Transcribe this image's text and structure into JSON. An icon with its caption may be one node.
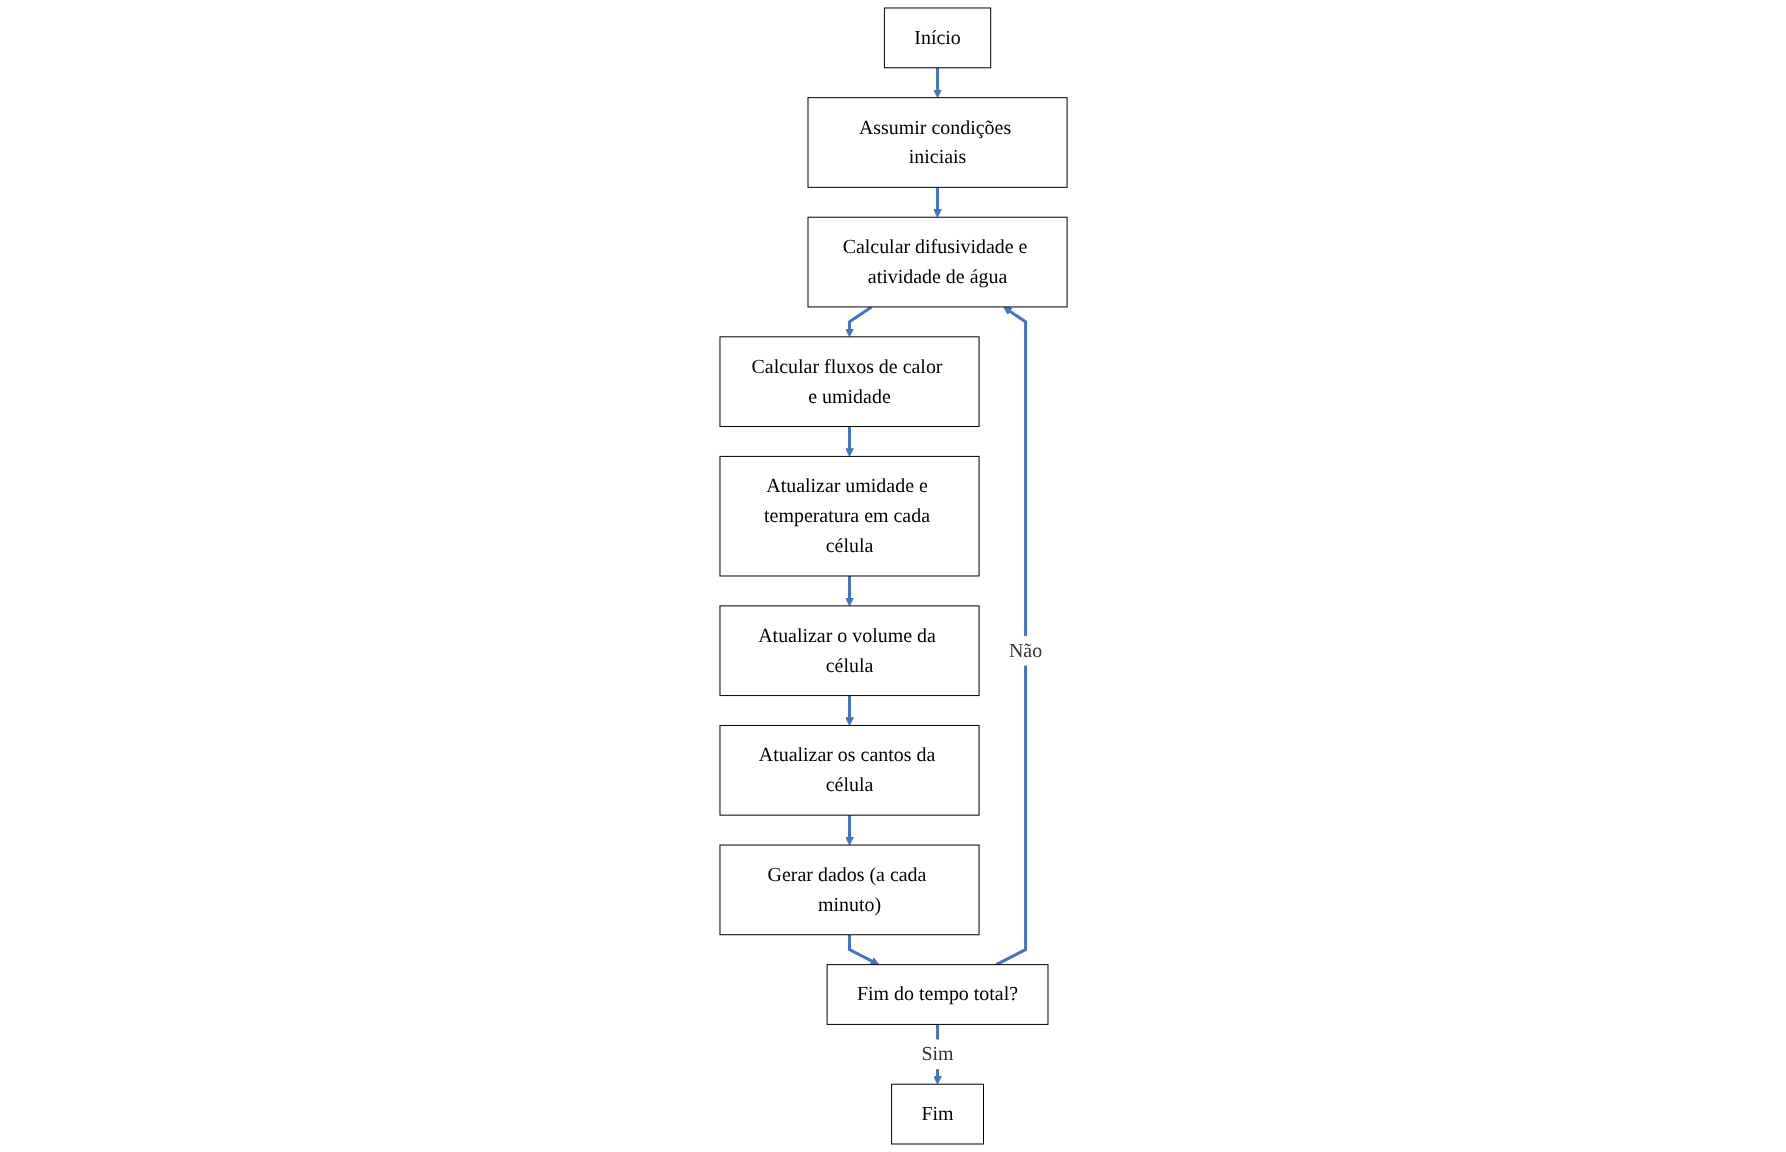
{
  "diagram": {
    "nodes": [
      {
        "text": [
          "Início"
        ]
      },
      {
        "text": [
          "Assumir condições iniciais"
        ]
      },
      {
        "text": [
          "Calcular difusividade e atividade de água"
        ]
      },
      {
        "text": [
          "Calcular fluxos de calor e umidade"
        ]
      },
      {
        "text": [
          "Atualizar umidade e temperatura em cada célula"
        ]
      },
      {
        "text": [
          "Atualizar o volume da célula"
        ]
      },
      {
        "text": [
          "Atualizar os cantos da célula"
        ]
      },
      {
        "text": [
          "Gerar dados (a cada minuto)"
        ]
      },
      {
        "text": [
          "Fim do tempo total?"
        ]
      },
      {
        "text": [
          "Fim"
        ]
      }
    ],
    "edges": [
      {
        "from": 0,
        "to": 1,
        "arrow": "to"
      },
      {
        "from": 1,
        "to": 2,
        "arrow": "to"
      },
      {
        "from": 2,
        "to": 3,
        "arrow": "to"
      },
      {
        "from": 3,
        "to": 4,
        "arrow": "to"
      },
      {
        "from": 4,
        "to": 5,
        "arrow": "to"
      },
      {
        "from": 5,
        "to": 6,
        "arrow": "to"
      },
      {
        "from": 6,
        "to": 7,
        "arrow": "to"
      },
      {
        "from": 7,
        "to": 8,
        "arrow": "to"
      },
      {
        "from": 8,
        "to": 9,
        "label": "Sim",
        "arrow": "to"
      },
      {
        "from": 8,
        "to": 2,
        "label": "Não",
        "arrow": "to"
      }
    ]
  }
}
